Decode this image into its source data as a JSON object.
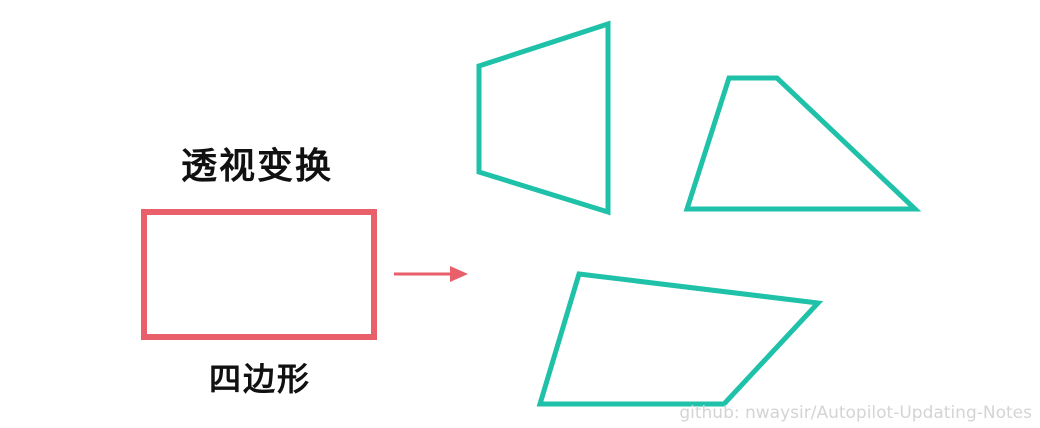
{
  "title": "透视变换",
  "source_shape_label": "四边形",
  "watermark": "github: nwaysir/Autopilot-Updating-Notes",
  "colors": {
    "source_shape": "#e95f6a",
    "arrow": "#e95f6a",
    "transformed_shapes": "#1fc2a8",
    "text": "#111111",
    "watermark": "#d4d4d4"
  }
}
